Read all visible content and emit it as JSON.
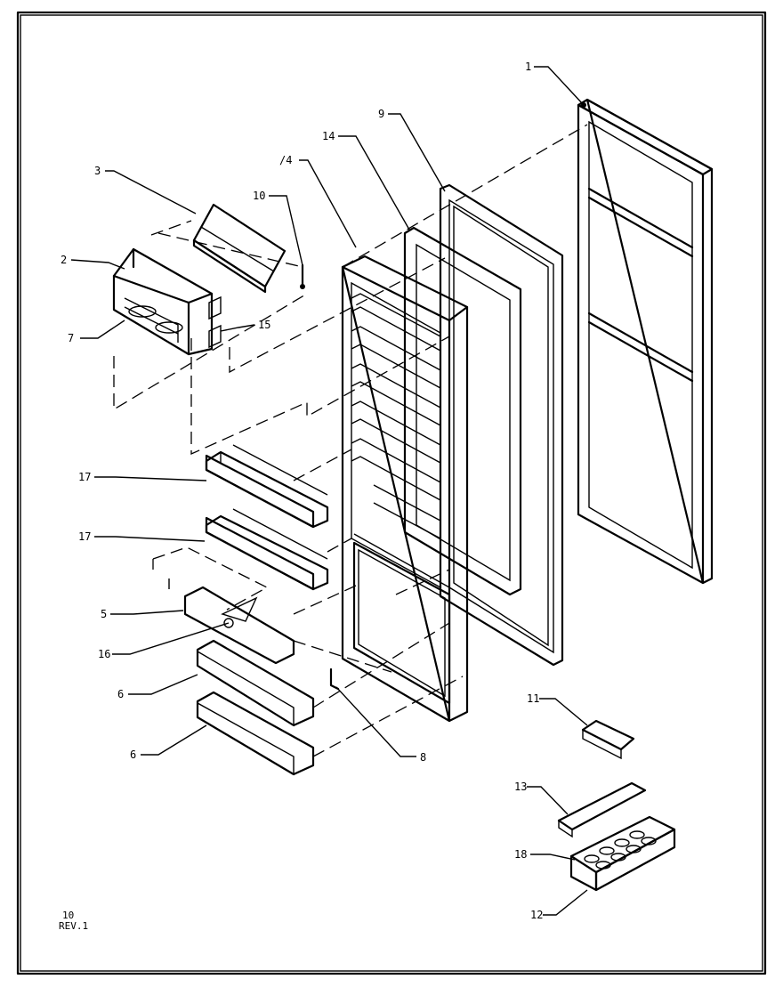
{
  "diagram": {
    "callouts": {
      "c1": "1",
      "c2": "2",
      "c3": "3",
      "c14a": "14",
      "c9": "9",
      "c10": "10",
      "c14b": "/4",
      "c7": "7",
      "c15": "15",
      "c17a": "17",
      "c17b": "17",
      "c5": "5",
      "c16": "16",
      "c6a": "6",
      "c6b": "6",
      "c8": "8",
      "c11": "11",
      "c13": "13",
      "c18": "18",
      "c12": "12"
    },
    "footer": {
      "page": "10",
      "rev": "REV.1"
    }
  }
}
